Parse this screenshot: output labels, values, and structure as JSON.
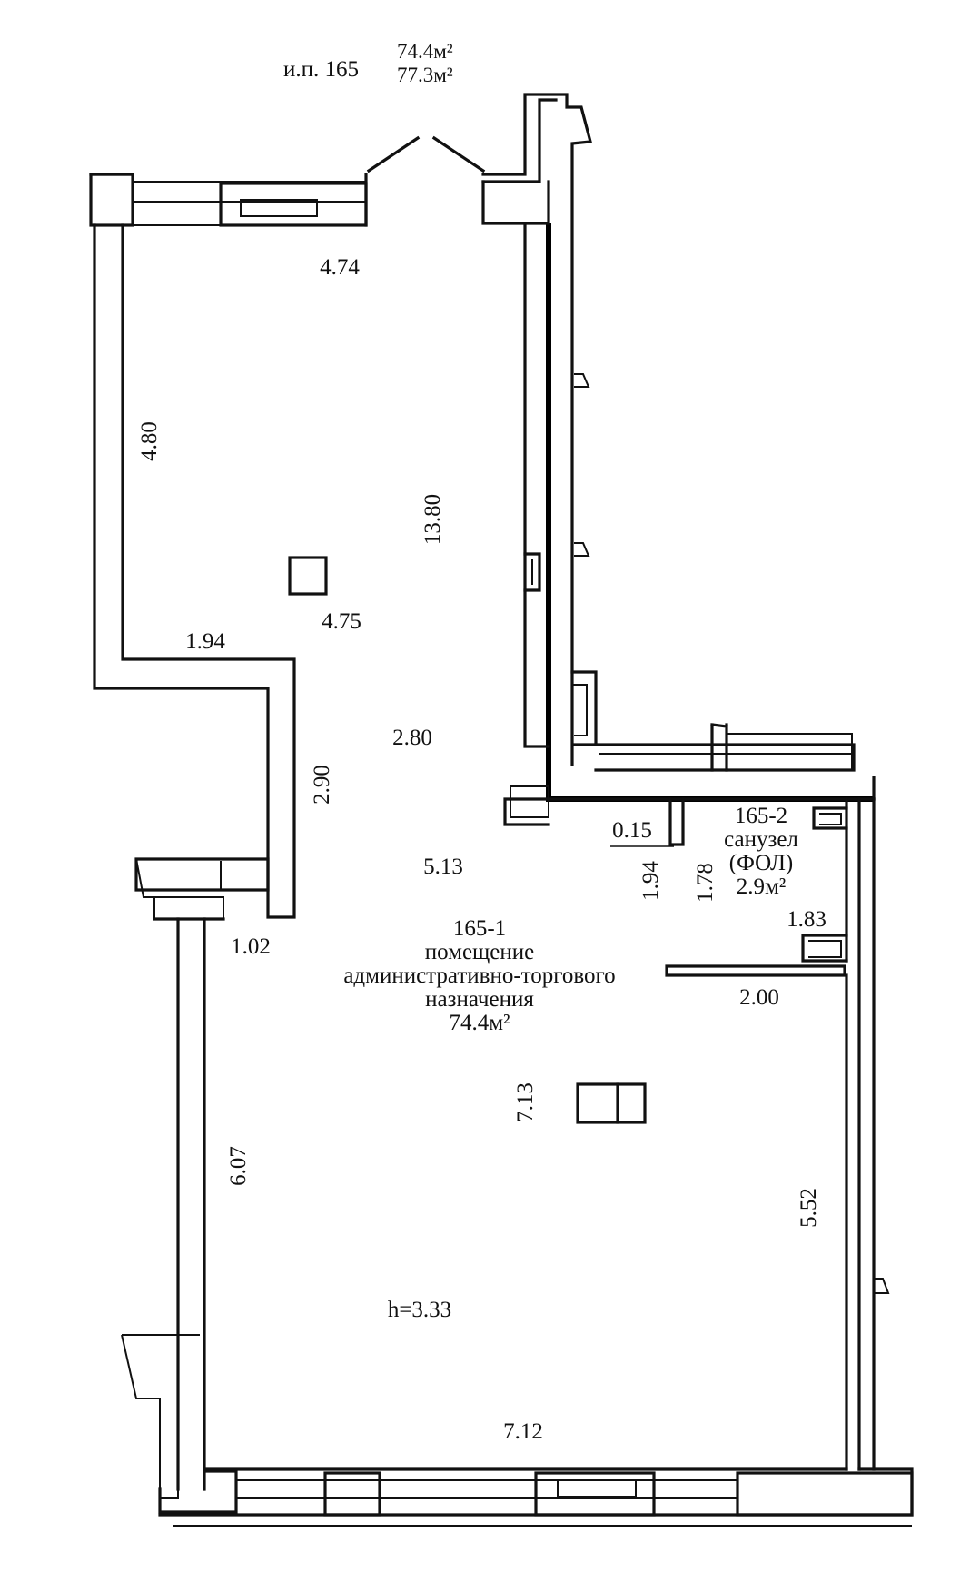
{
  "header": {
    "unit_label": "и.п. 165",
    "area_1": "74.4м²",
    "area_2": "77.3м²"
  },
  "rooms": {
    "room_1": {
      "number": "165-1",
      "name_line1": "помещение",
      "name_line2": "административно-торгового",
      "name_line3": "назначения",
      "area": "74.4м²"
    },
    "room_2": {
      "number": "165-2",
      "name": "санузел",
      "note": "(ФОЛ)",
      "area": "2.9м²"
    }
  },
  "dimensions": {
    "top_width": "4.74",
    "left_upper_height": "4.80",
    "main_height": "13.80",
    "column_offset": "4.75",
    "niche_width": "1.94",
    "mid_width": "2.80",
    "niche_height": "2.90",
    "mid_width_2": "5.13",
    "step_width": "1.02",
    "partition_thickness": "0.15",
    "corridor_height": "1.94",
    "wc_height": "1.78",
    "wc_width": "1.83",
    "wc_bottom_width": "2.00",
    "lower_height": "7.13",
    "left_lower_height": "6.07",
    "right_lower_height": "5.52",
    "ceiling_height": "h=3.33",
    "bottom_width": "7.12"
  }
}
